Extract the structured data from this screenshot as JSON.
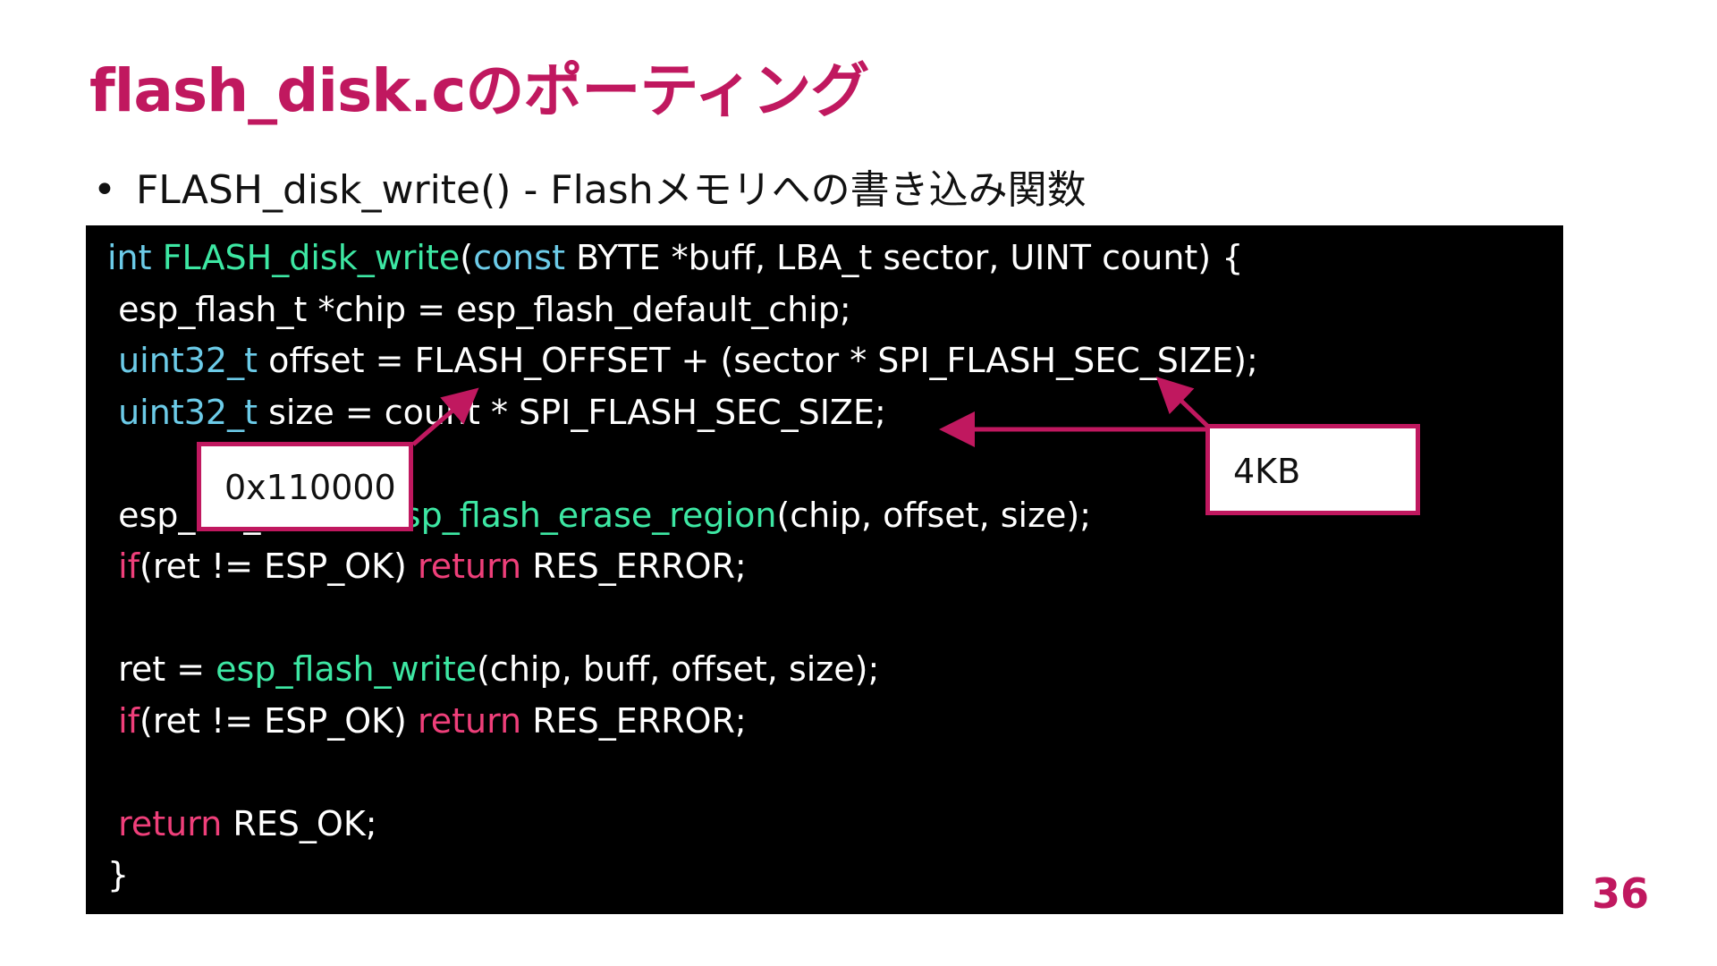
{
  "colors": {
    "accent": "#c0185f",
    "code_background": "#000000",
    "type_token": "#6ccbe8",
    "function_token": "#3de7a3",
    "keyword_token": "#ef3f7a",
    "plain_token": "#ffffff"
  },
  "slide": {
    "title": "flash_disk.cのポーティング",
    "bullet": {
      "symbol": "•",
      "text": "FLASH_disk_write() - Flashメモリへの書き込み関数"
    },
    "code": {
      "lines": [
        [
          {
            "t": "int ",
            "k": "type"
          },
          {
            "t": "FLASH_disk_write",
            "k": "func"
          },
          {
            "t": "(",
            "k": "plain"
          },
          {
            "t": "const",
            "k": "type"
          },
          {
            "t": " BYTE *buff, LBA_t sector, UINT count) {",
            "k": "plain"
          }
        ],
        [
          {
            "t": " esp_flash_t *chip = esp_flash_default_chip;",
            "k": "plain"
          }
        ],
        [
          {
            "t": " ",
            "k": "plain"
          },
          {
            "t": "uint32_t",
            "k": "type"
          },
          {
            "t": " offset = FLASH_OFFSET + (sector * SPI_FLASH_SEC_SIZE);",
            "k": "plain"
          }
        ],
        [
          {
            "t": " ",
            "k": "plain"
          },
          {
            "t": "uint32_t",
            "k": "type"
          },
          {
            "t": " size = count * SPI_FLASH_SEC_SIZE;",
            "k": "plain"
          }
        ],
        [],
        [
          {
            "t": " esp_err_t ret = ",
            "k": "plain"
          },
          {
            "t": "esp_flash_erase_region",
            "k": "func"
          },
          {
            "t": "(chip, offset, size);",
            "k": "plain"
          }
        ],
        [
          {
            "t": " ",
            "k": "plain"
          },
          {
            "t": "if",
            "k": "kw"
          },
          {
            "t": "(ret != ESP_OK) ",
            "k": "plain"
          },
          {
            "t": "return",
            "k": "kw"
          },
          {
            "t": " RES_ERROR;",
            "k": "plain"
          }
        ],
        [],
        [
          {
            "t": " ret = ",
            "k": "plain"
          },
          {
            "t": "esp_flash_write",
            "k": "func"
          },
          {
            "t": "(chip, buff, offset, size);",
            "k": "plain"
          }
        ],
        [
          {
            "t": " ",
            "k": "plain"
          },
          {
            "t": "if",
            "k": "kw"
          },
          {
            "t": "(ret != ESP_OK) ",
            "k": "plain"
          },
          {
            "t": "return",
            "k": "kw"
          },
          {
            "t": " RES_ERROR;",
            "k": "plain"
          }
        ],
        [],
        [
          {
            "t": " ",
            "k": "plain"
          },
          {
            "t": "return",
            "k": "kw"
          },
          {
            "t": " RES_OK;",
            "k": "plain"
          }
        ],
        [
          {
            "t": "}",
            "k": "plain"
          }
        ]
      ]
    },
    "callouts": {
      "flash_offset": "0x110000",
      "sector_size": "4KB"
    },
    "page_number": "36"
  }
}
